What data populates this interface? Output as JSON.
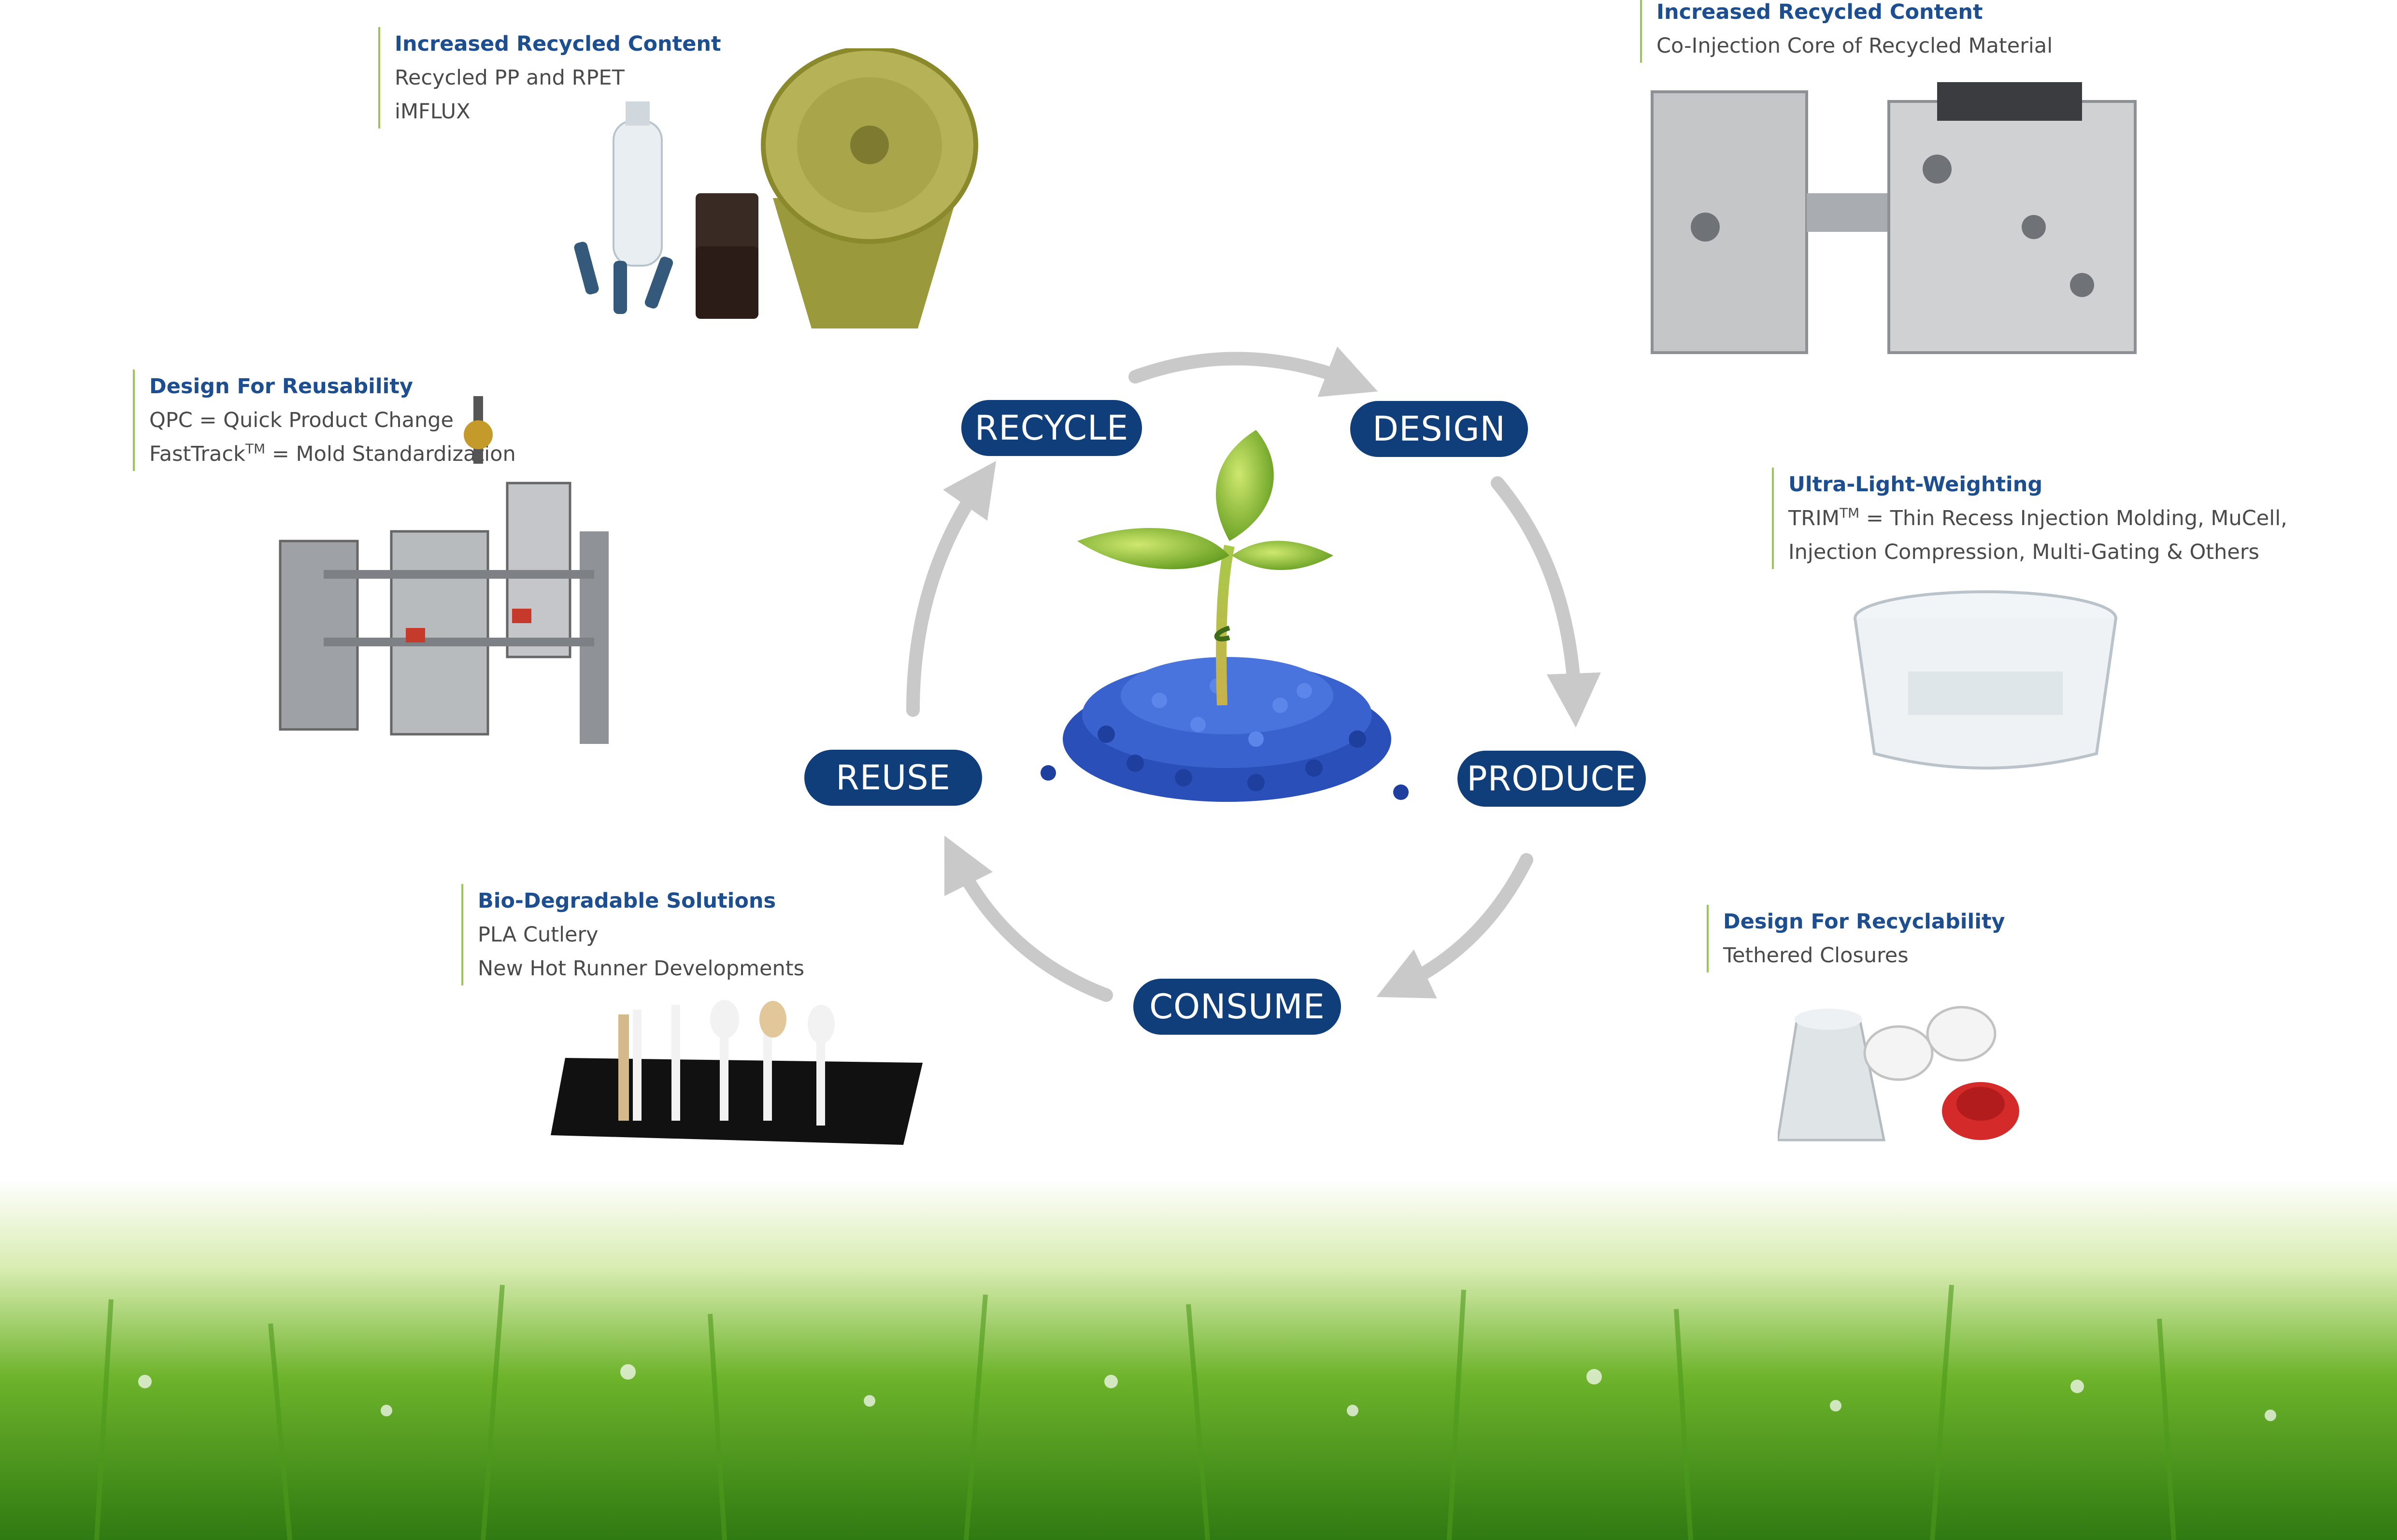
{
  "cycle": {
    "recycle": "RECYCLE",
    "design": "DESIGN",
    "produce": "PRODUCE",
    "consume": "CONSUME",
    "reuse": "REUSE"
  },
  "callouts": {
    "recycled_content_left": {
      "title": "Increased Recycled Content",
      "line1": "Recycled PP and RPET",
      "line2": "iMFLUX"
    },
    "recycled_content_right": {
      "title": "Increased Recycled Content",
      "line1": "Co-Injection Core of Recycled Material"
    },
    "reusability": {
      "title": "Design For Reusability",
      "line1": "QPC = Quick Product Change",
      "line2_a": "FastTrack",
      "line2_sup": "TM",
      "line2_b": " = Mold Standardization"
    },
    "light_weighting": {
      "title": "Ultra-Light-Weighting",
      "line1_a": "TRIM",
      "line1_sup": "TM",
      "line1_b": " = Thin Recess Injection Molding, MuCell,",
      "line2": "Injection Compression, Multi-Gating & Others"
    },
    "biodegradable": {
      "title": "Bio-Degradable Solutions",
      "line1": "PLA Cutlery",
      "line2": "New Hot Runner Developments"
    },
    "recyclability": {
      "title": "Design For Recyclability",
      "line1": "Tethered Closures"
    }
  },
  "colors": {
    "pill": "#0f3e7a",
    "title": "#1d4e8f",
    "accent_bar": "#9cc45a",
    "arrow": "#c9c9c9",
    "pellets": "#2a4fb8"
  }
}
